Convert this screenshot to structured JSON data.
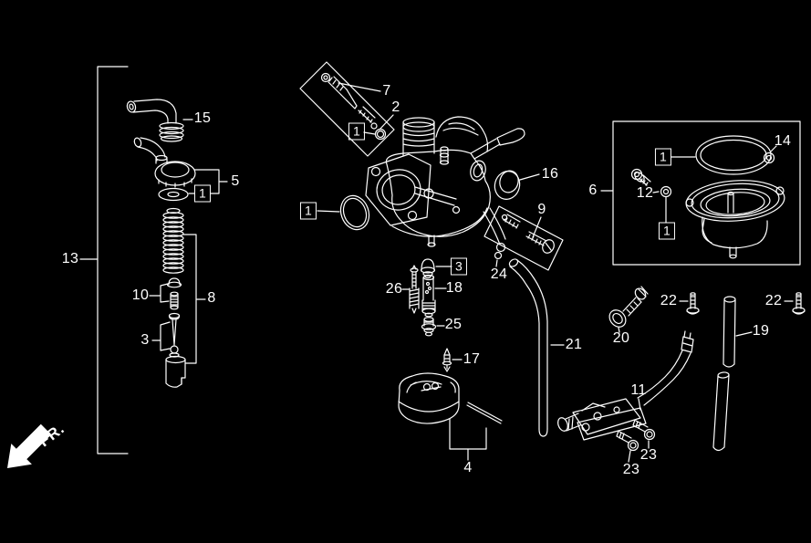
{
  "diagram": {
    "subject": "Carburetor exploded parts diagram",
    "background_color": "#000000",
    "line_color": "#ffffff",
    "fr_label": "FR.",
    "callouts": [
      {
        "text": "15",
        "boxed": false
      },
      {
        "text": "5",
        "boxed": false
      },
      {
        "text": "1",
        "boxed": true
      },
      {
        "text": "13",
        "boxed": false
      },
      {
        "text": "10",
        "boxed": false
      },
      {
        "text": "8",
        "boxed": false
      },
      {
        "text": "3",
        "boxed": false
      },
      {
        "text": "7",
        "boxed": false
      },
      {
        "text": "2",
        "boxed": false
      },
      {
        "text": "1",
        "boxed": true
      },
      {
        "text": "1",
        "boxed": true
      },
      {
        "text": "16",
        "boxed": false
      },
      {
        "text": "9",
        "boxed": false
      },
      {
        "text": "24",
        "boxed": false
      },
      {
        "text": "26",
        "boxed": false
      },
      {
        "text": "3",
        "boxed": true
      },
      {
        "text": "18",
        "boxed": false
      },
      {
        "text": "25",
        "boxed": false
      },
      {
        "text": "17",
        "boxed": false
      },
      {
        "text": "4",
        "boxed": false
      },
      {
        "text": "21",
        "boxed": false
      },
      {
        "text": "6",
        "boxed": false
      },
      {
        "text": "14",
        "boxed": false
      },
      {
        "text": "12",
        "boxed": false
      },
      {
        "text": "1",
        "boxed": true
      },
      {
        "text": "1",
        "boxed": true
      },
      {
        "text": "20",
        "boxed": false
      },
      {
        "text": "22",
        "boxed": false
      },
      {
        "text": "22",
        "boxed": false
      },
      {
        "text": "19",
        "boxed": false
      },
      {
        "text": "11",
        "boxed": false
      },
      {
        "text": "23",
        "boxed": false
      },
      {
        "text": "23",
        "boxed": false
      }
    ]
  }
}
